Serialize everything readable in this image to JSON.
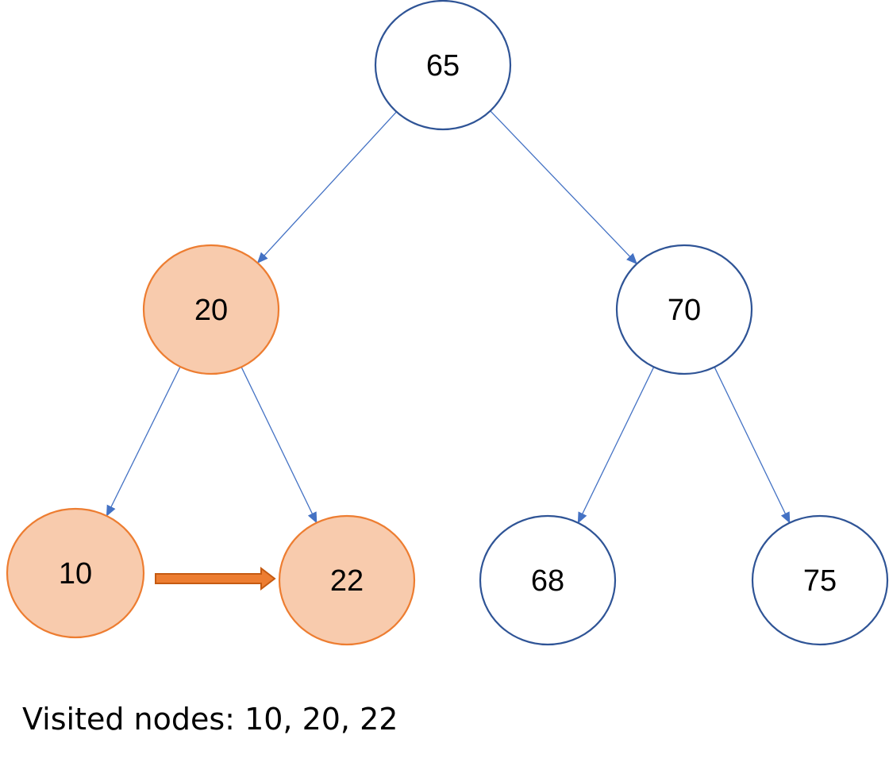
{
  "colors": {
    "node_stroke": "#2f5496",
    "edge": "#4472c4",
    "visited_fill": "#f8cbad",
    "visited_stroke": "#ed7d31",
    "traversal_arrow_fill": "#ed7d31",
    "traversal_arrow_stroke": "#c55a11"
  },
  "nodes": {
    "root": {
      "value": "65",
      "visited": false
    },
    "n20": {
      "value": "20",
      "visited": true
    },
    "n70": {
      "value": "70",
      "visited": false
    },
    "n10": {
      "value": "10",
      "visited": true
    },
    "n22": {
      "value": "22",
      "visited": true
    },
    "n68": {
      "value": "68",
      "visited": false
    },
    "n75": {
      "value": "75",
      "visited": false
    }
  },
  "edges": [
    {
      "from": "root",
      "to": "n20"
    },
    {
      "from": "root",
      "to": "n70"
    },
    {
      "from": "n20",
      "to": "n10"
    },
    {
      "from": "n20",
      "to": "n22"
    },
    {
      "from": "n70",
      "to": "n68"
    },
    {
      "from": "n70",
      "to": "n75"
    }
  ],
  "traversal_arrow": {
    "from": "n10",
    "to": "n22"
  },
  "caption": "Visited nodes: 10, 20, 22"
}
